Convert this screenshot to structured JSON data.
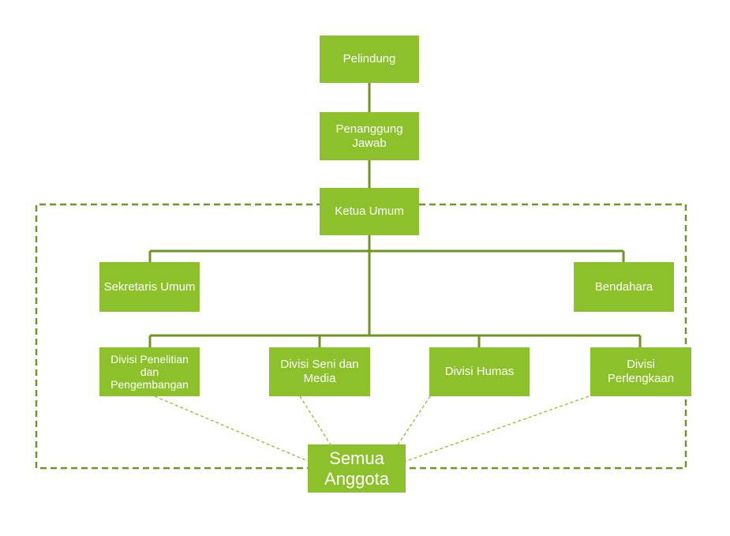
{
  "colors": {
    "box_fill": "#8cc12b",
    "line": "#6f9622",
    "box_text": "#ffffff"
  },
  "nodes": {
    "pelindung": "Pelindung",
    "penanggung_jawab": "Penanggung Jawab",
    "ketua_umum": "Ketua Umum",
    "sekretaris_umum": "Sekretaris Umum",
    "bendahara": "Bendahara",
    "divisi_penelitian": "Divisi Penelitian dan Pengembangan",
    "divisi_seni": "Divisi Seni dan Media",
    "divisi_humas": "Divisi Humas",
    "divisi_perlengkapan": "Divisi Perlengkaan",
    "semua_anggota": "Semua Anggota"
  }
}
